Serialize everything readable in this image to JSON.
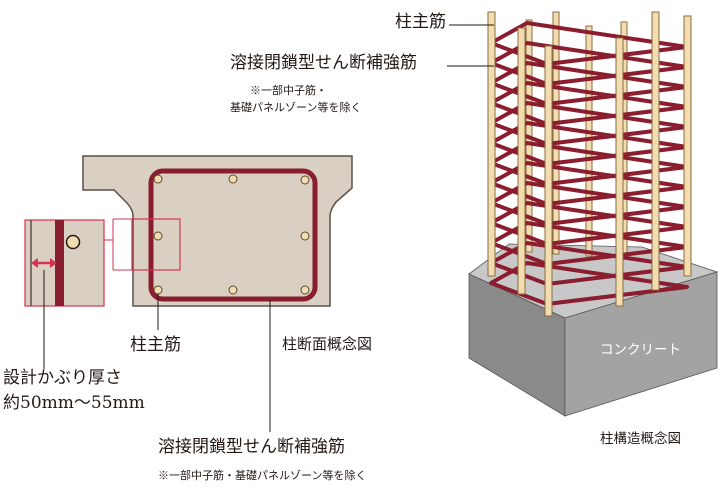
{
  "labels": {
    "main_bar_top": "柱主筋",
    "closed_hoop_top": "溶接閉鎖型せん断補強筋",
    "note_top_line1": "※一部中子筋・",
    "note_top_line2": "基礎パネルゾーン等を除く",
    "main_bar_left": "柱主筋",
    "section_title": "柱断面概念図",
    "cover_line1": "設計かぶり厚さ",
    "cover_line2": "約50mm〜55mm",
    "closed_hoop_bottom": "溶接閉鎖型せん断補強筋",
    "note_bottom": "※一部中子筋・基礎パネルゾーン等を除く",
    "concrete": "コンクリート",
    "structure_title": "柱構造概念図"
  },
  "colors": {
    "concrete_fill": "#d9cfc2",
    "concrete_stroke": "#5a5048",
    "rebar_red": "#8a1e2f",
    "main_bar": "#f2dcb2",
    "main_bar_stroke": "#8a6d3b",
    "pointer_red": "#c9283f",
    "base_gray": "#a3a3a3"
  }
}
